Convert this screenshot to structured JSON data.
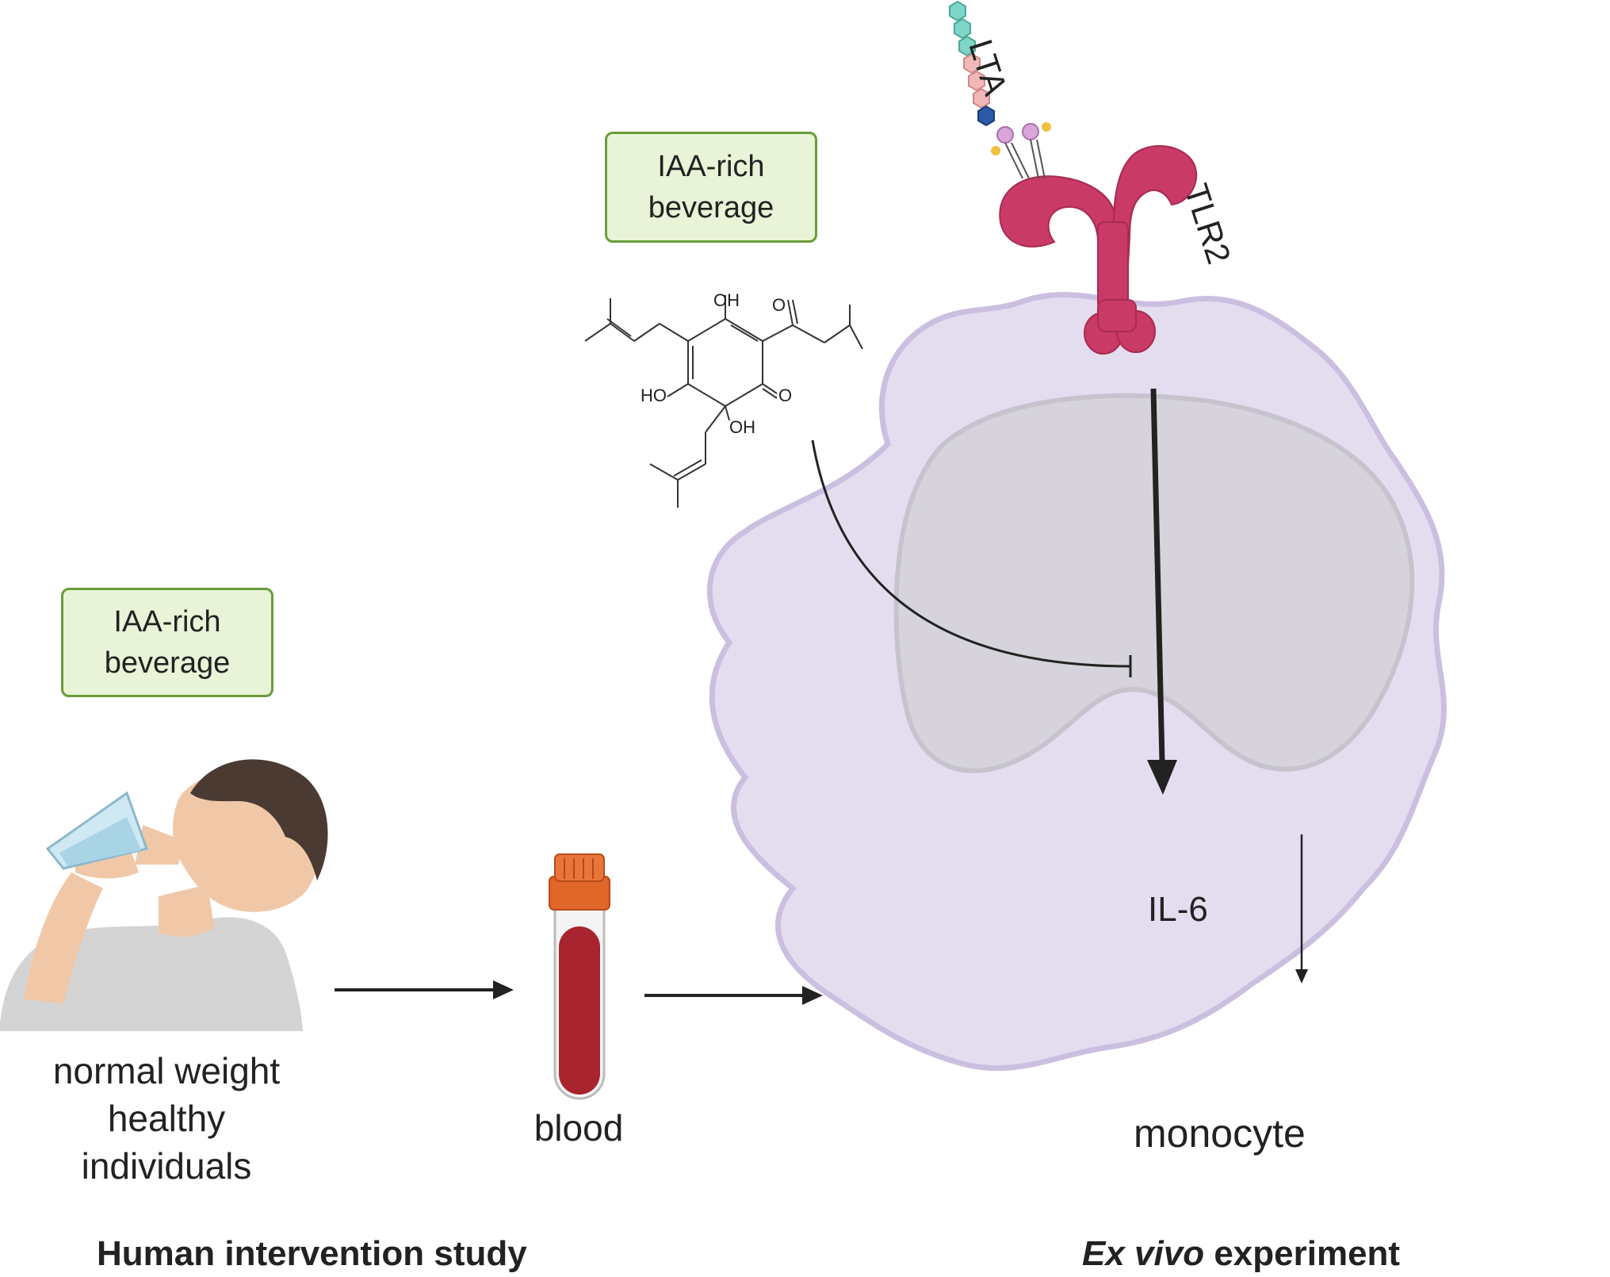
{
  "labels": {
    "iaa_box_top": {
      "line1": "IAA-rich",
      "line2": "beverage"
    },
    "iaa_box_left": {
      "line1": "IAA-rich",
      "line2": "beverage"
    },
    "lta": "LTA",
    "tlr2": "TLR2",
    "il6": "IL-6",
    "monocyte": "monocyte",
    "blood": "blood",
    "participants": {
      "line1": "normal weight",
      "line2": "healthy",
      "line3": "individuals"
    },
    "human_study": "Human intervention study",
    "exvivo_italic": "Ex vivo",
    "exvivo_rest": " experiment",
    "chem_oh_top": "OH",
    "chem_o_top": "O",
    "chem_ho_left": "HO",
    "chem_o_right": "O",
    "chem_oh_bottom": "OH"
  },
  "colors": {
    "monocyte_fill": "#e4ddf0",
    "monocyte_stroke": "#cbbfe0",
    "nucleus_fill": "#d6d3dc",
    "receptor": "#c93a66",
    "box_fill": "#e8f3d7",
    "box_stroke": "#6a9c3a",
    "blood": "#a8242e",
    "tube_cap": "#e0662a",
    "skin": "#f0c8a8",
    "hair": "#4a3a32",
    "shirt": "#d4d4d4"
  }
}
